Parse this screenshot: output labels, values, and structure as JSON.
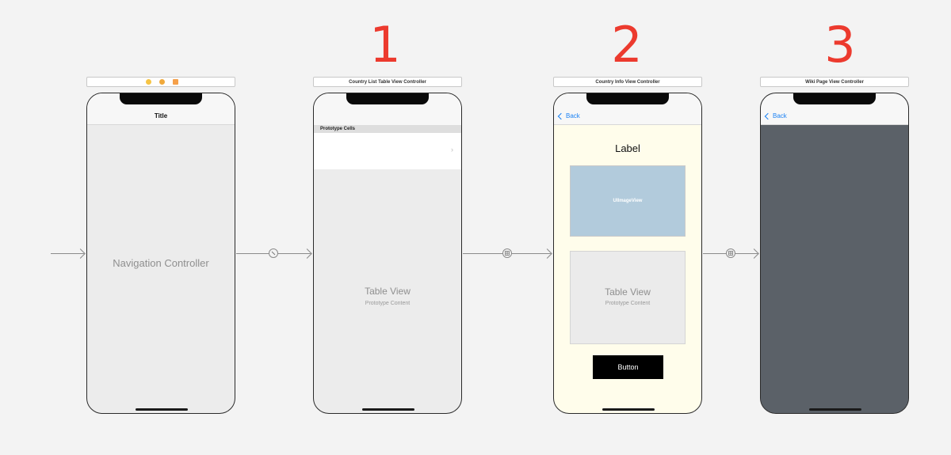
{
  "step_numbers": [
    "1",
    "2",
    "3"
  ],
  "navigation_controller": {
    "title": "Title",
    "body_label": "Navigation Controller",
    "bar_colors": [
      "#f6c445",
      "#f0a93b",
      "#f5a04a"
    ]
  },
  "country_list": {
    "scene_title": "Country List Table View Controller",
    "prototype_header": "Prototype Cells",
    "table_label": "Table View",
    "table_sublabel": "Prototype Content"
  },
  "country_info": {
    "scene_title": "Country Info View Controller",
    "back_label": "Back",
    "label_text": "Label",
    "image_view_label": "UIImageView",
    "table_label": "Table View",
    "table_sublabel": "Prototype Content",
    "button_label": "Button",
    "background_color": "#fffdeb"
  },
  "wiki_page": {
    "scene_title": "Wiki Page View Controller",
    "back_label": "Back",
    "background_color": "#5b6168"
  },
  "segue_icons": [
    "slash-circle-icon",
    "show-segue-icon",
    "show-segue-icon"
  ]
}
